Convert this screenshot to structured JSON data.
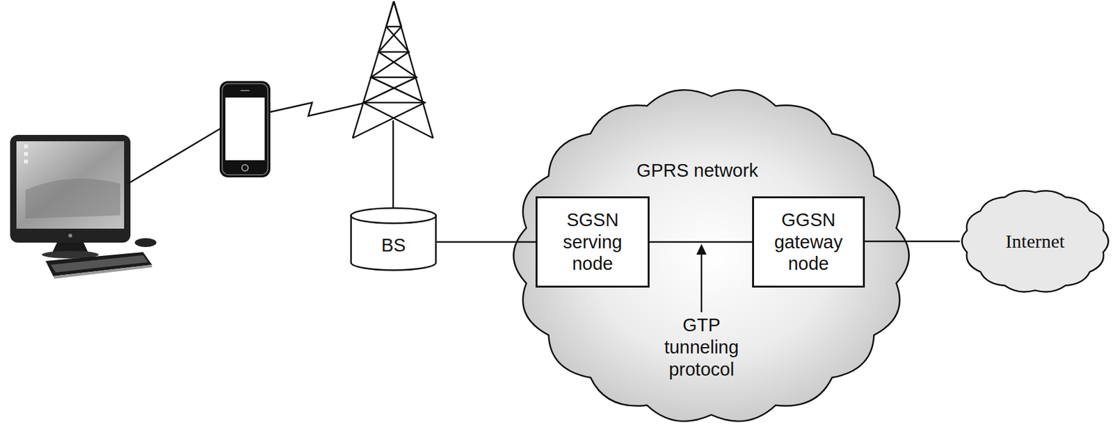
{
  "diagram": {
    "nodes": [
      {
        "text": [
          "BS"
        ]
      },
      {
        "text": [
          "GPRS network"
        ]
      },
      {
        "text": [
          "SGSN serving node"
        ],
        "in": 1
      },
      {
        "text": [
          "GGSN gateway node"
        ],
        "in": 1
      },
      {
        "text": [
          "Internet"
        ]
      }
    ],
    "edges": [
      {
        "from": 0,
        "to": 2,
        "arrow": "none"
      },
      {
        "from": 2,
        "to": 3,
        "arrow": "none"
      },
      {
        "from": 3,
        "to": 4,
        "arrow": "none"
      }
    ],
    "labels": [
      "GTP tunneling protocol"
    ]
  }
}
